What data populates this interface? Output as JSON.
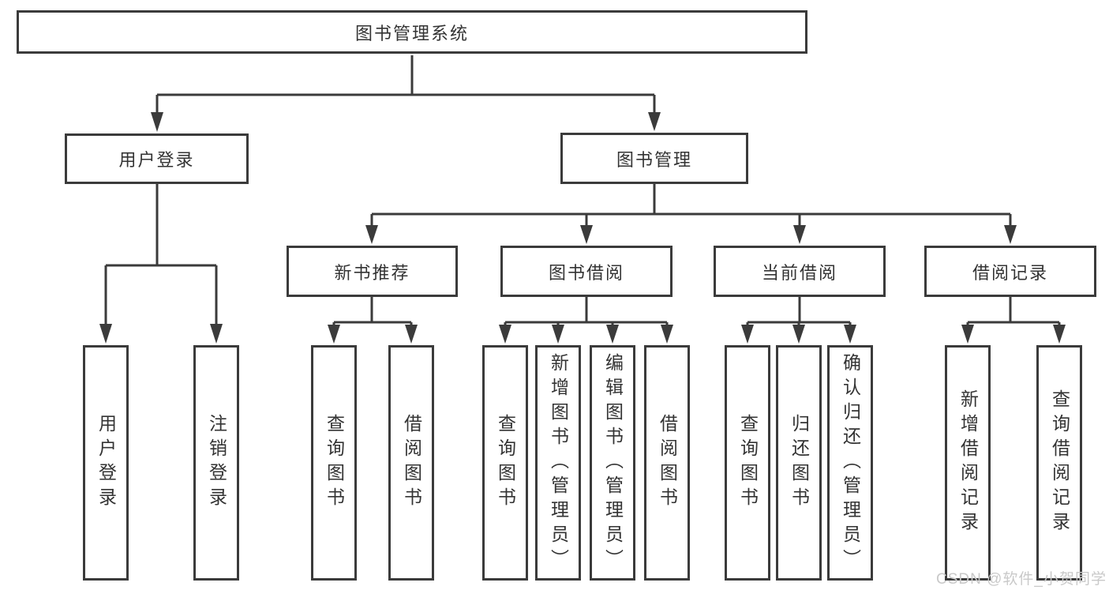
{
  "tree": {
    "root": {
      "label": "图书管理系统"
    },
    "branches": [
      {
        "label": "用户登录",
        "children": [
          {
            "label": "用户登录"
          },
          {
            "label": "注销登录"
          }
        ]
      },
      {
        "label": "图书管理",
        "groups": [
          {
            "label": "新书推荐",
            "children": [
              {
                "label": "查询图书"
              },
              {
                "label": "借阅图书"
              }
            ]
          },
          {
            "label": "图书借阅",
            "children": [
              {
                "label": "查询图书"
              },
              {
                "label": "新增图书（管理员）"
              },
              {
                "label": "编辑图书（管理员）"
              },
              {
                "label": "借阅图书"
              }
            ]
          },
          {
            "label": "当前借阅",
            "children": [
              {
                "label": "查询图书"
              },
              {
                "label": "归还图书"
              },
              {
                "label": "确认归还（管理员）"
              }
            ]
          },
          {
            "label": "借阅记录",
            "children": [
              {
                "label": "新增借阅记录"
              },
              {
                "label": "查询借阅记录"
              }
            ]
          }
        ]
      }
    ]
  },
  "watermark": "CSDN @软件_小贺同学",
  "colors": {
    "line": "#3b3b3b",
    "text": "#333333",
    "background": "#ffffff",
    "watermark": "#c9c9c9"
  }
}
